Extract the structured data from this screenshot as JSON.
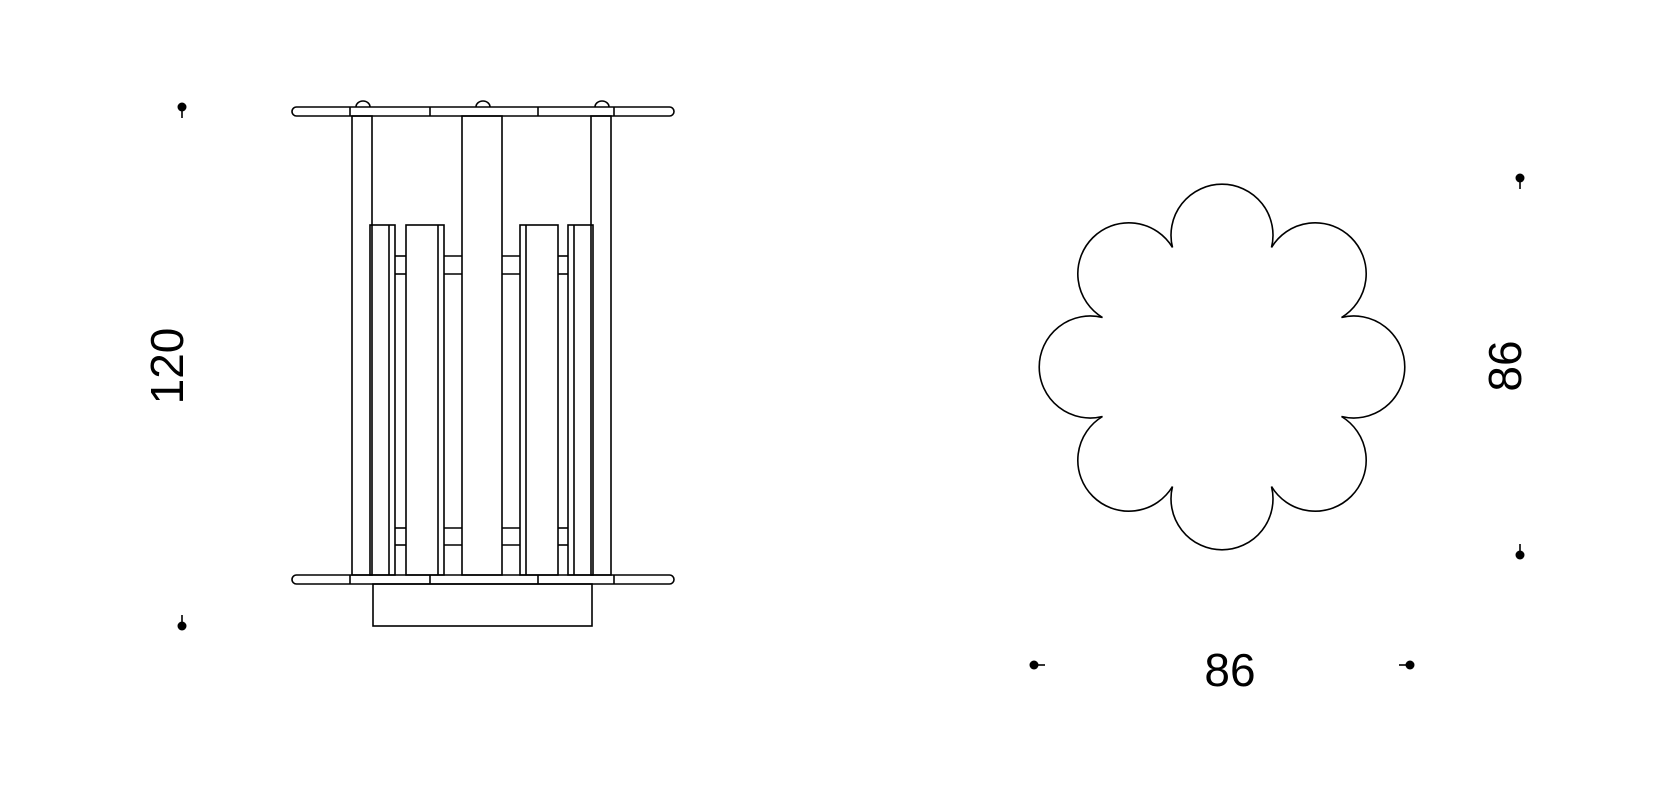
{
  "dimensions": {
    "height_label": "120",
    "width_label": "86",
    "depth_label": "86"
  },
  "colors": {
    "line": "#000000",
    "background": "#ffffff"
  },
  "views": {
    "side": "front-elevation",
    "top": "plan-flower-eight-lobes"
  }
}
